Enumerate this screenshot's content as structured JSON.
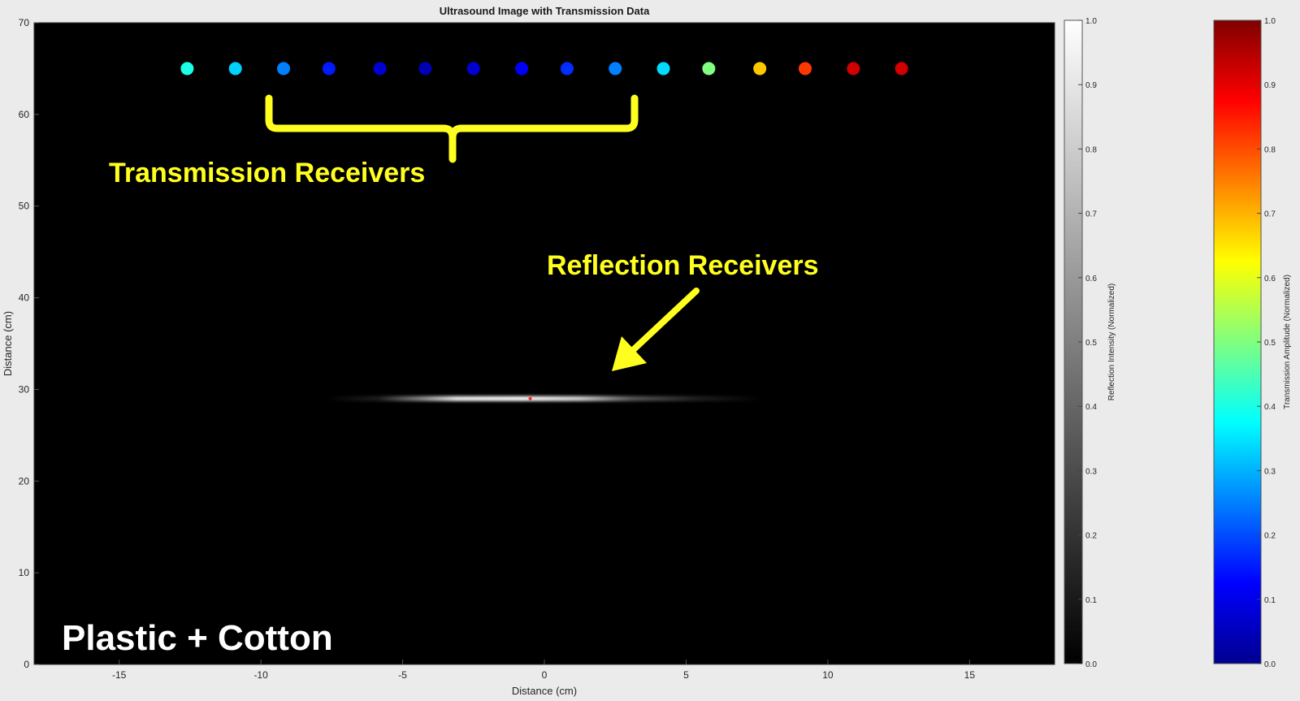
{
  "chart_data": {
    "type": "scatter",
    "title": "Ultrasound Image with Transmission Data",
    "xlabel": "Distance (cm)",
    "ylabel": "Distance (cm)",
    "xlim": [
      -18,
      18
    ],
    "ylim": [
      0,
      70
    ],
    "xticks": [
      -15,
      -10,
      -5,
      0,
      5,
      10,
      15
    ],
    "yticks": [
      0,
      10,
      20,
      30,
      40,
      50,
      60,
      70
    ],
    "background": "#000000",
    "transmission_receivers": {
      "y": 65,
      "x": [
        -12.6,
        -10.9,
        -9.2,
        -7.6,
        -5.8,
        -4.2,
        -2.5,
        -0.8,
        0.8,
        2.5,
        4.2,
        5.8,
        7.6,
        9.2,
        10.9,
        12.6
      ],
      "amplitude": [
        0.4,
        0.33,
        0.25,
        0.15,
        0.08,
        0.05,
        0.08,
        0.12,
        0.17,
        0.25,
        0.34,
        0.5,
        0.68,
        0.82,
        0.92,
        0.92
      ]
    },
    "reflection": {
      "y": 29,
      "x_range": [
        -7.7,
        7.7
      ],
      "peak_x": -0.5,
      "marker_color": "#ff2020"
    },
    "annotations": {
      "transmission_label": "Transmission Receivers",
      "reflection_label": "Reflection Receivers",
      "sample_label": "Plastic + Cotton",
      "color": "#ffff1f"
    },
    "colorbars": [
      {
        "name": "reflection",
        "label": "Reflection Intensity (Normalized)",
        "colormap": "gray",
        "ticks": [
          "0.0",
          "0.1",
          "0.2",
          "0.3",
          "0.4",
          "0.5",
          "0.6",
          "0.7",
          "0.8",
          "0.9",
          "1.0"
        ]
      },
      {
        "name": "transmission",
        "label": "Transmission Amplitude (Normalized)",
        "colormap": "jet",
        "ticks": [
          "0.0",
          "0.1",
          "0.2",
          "0.3",
          "0.4",
          "0.5",
          "0.6",
          "0.7",
          "0.8",
          "0.9",
          "1.0"
        ]
      }
    ]
  }
}
